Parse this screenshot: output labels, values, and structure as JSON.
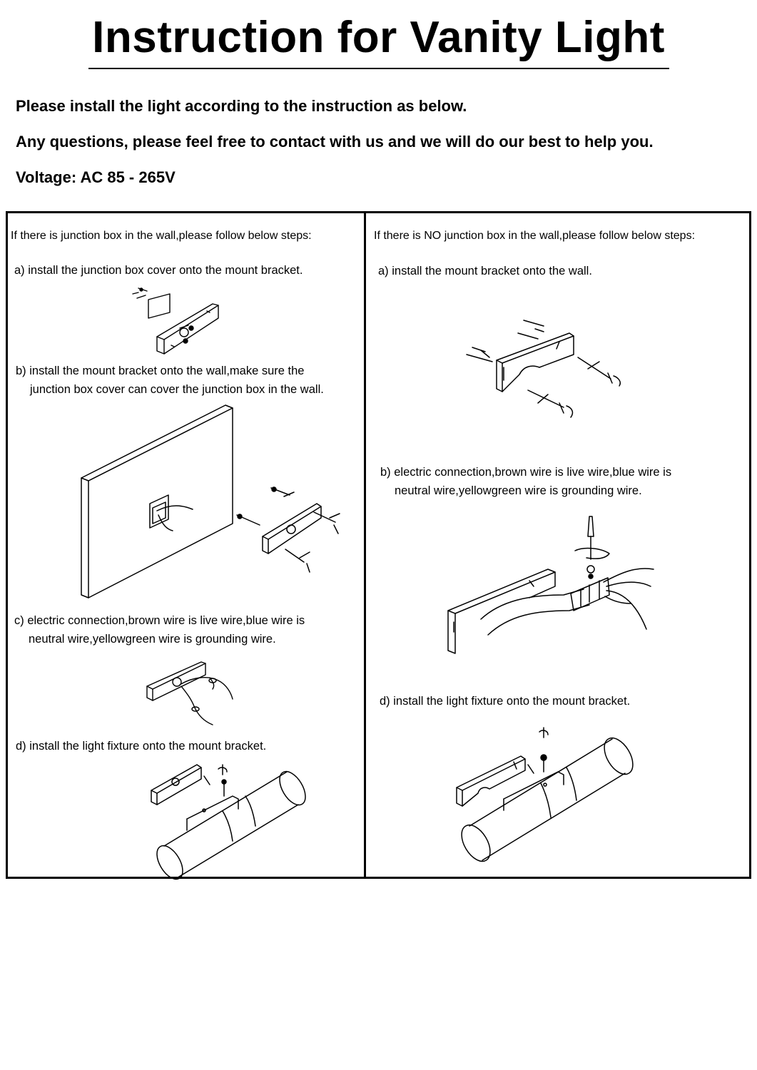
{
  "document": {
    "title": "Instruction for Vanity Light",
    "intro": [
      "Please install the light according to the instruction as below.",
      "Any questions, please feel free to contact with us and we will do our best to help you.",
      "Voltage: AC 85 - 265V"
    ]
  },
  "left_column": {
    "heading": "If there is junction box in the wall,please follow below steps:",
    "steps": [
      {
        "line1": "a) install the junction box cover onto the mount bracket.",
        "line2": ""
      },
      {
        "line1": "b) install the  mount bracket onto the wall,make sure the",
        "line2": "junction box cover can cover the junction box in the wall."
      },
      {
        "line1": "c) electric connection,brown wire is live wire,blue wire is",
        "line2": "neutral wire,yellowgreen wire is grounding wire."
      },
      {
        "line1": "d) install the light fixture onto the mount bracket.",
        "line2": ""
      }
    ]
  },
  "right_column": {
    "heading": "If there is NO junction box in the wall,please follow below steps:",
    "steps": [
      {
        "line1": "a) install the  mount bracket onto the wall.",
        "line2": ""
      },
      {
        "line1": "b) electric connection,brown wire is live wire,blue wire is",
        "line2": "neutral wire,yellowgreen wire is grounding wire."
      },
      {
        "line1": "d) install the light fixture onto the mount bracket.",
        "line2": ""
      }
    ]
  },
  "colors": {
    "ink": "#000000",
    "paper": "#ffffff"
  }
}
